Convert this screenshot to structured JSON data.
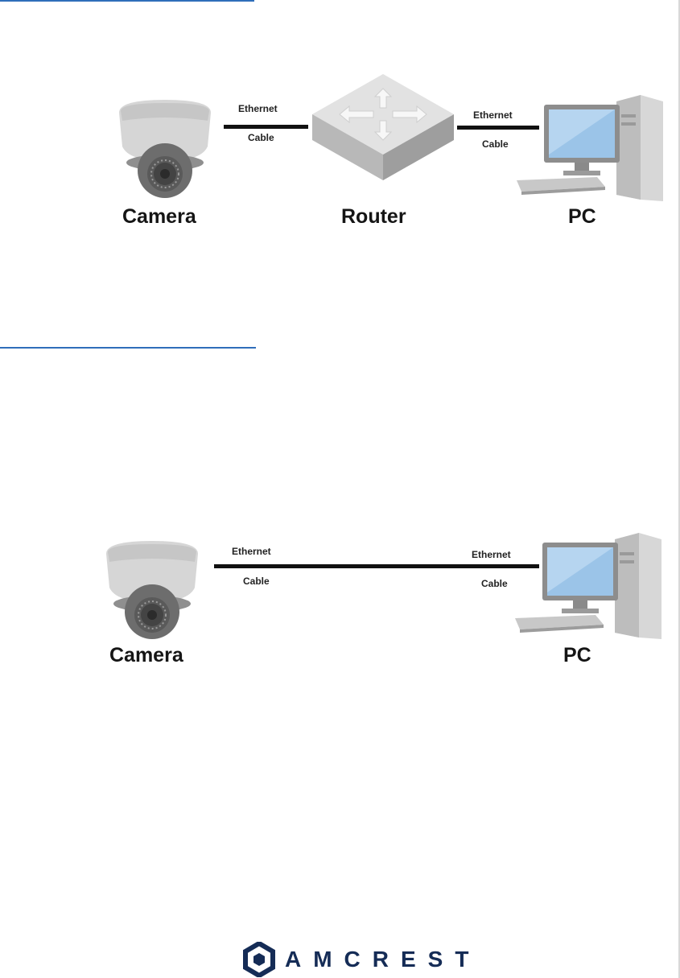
{
  "diagram_router": {
    "devices": {
      "camera": "Camera",
      "router": "Router",
      "pc": "PC"
    },
    "cable_left": {
      "line1": "Ethernet",
      "line2": "Cable"
    },
    "cable_right": {
      "line1": "Ethernet",
      "line2": "Cable"
    }
  },
  "diagram_direct": {
    "devices": {
      "camera": "Camera",
      "pc": "PC"
    },
    "cable_left": {
      "line1": "Ethernet",
      "line2": "Cable"
    },
    "cable_right": {
      "line1": "Ethernet",
      "line2": "Cable"
    }
  },
  "footer": {
    "brand": "AMCREST",
    "brand_color": "#152c56"
  },
  "colors": {
    "rule": "#2f6eba",
    "cable": "#111111"
  },
  "icons": [
    "dome-camera-icon",
    "router-icon",
    "desktop-pc-icon",
    "amcrest-logo-icon"
  ]
}
